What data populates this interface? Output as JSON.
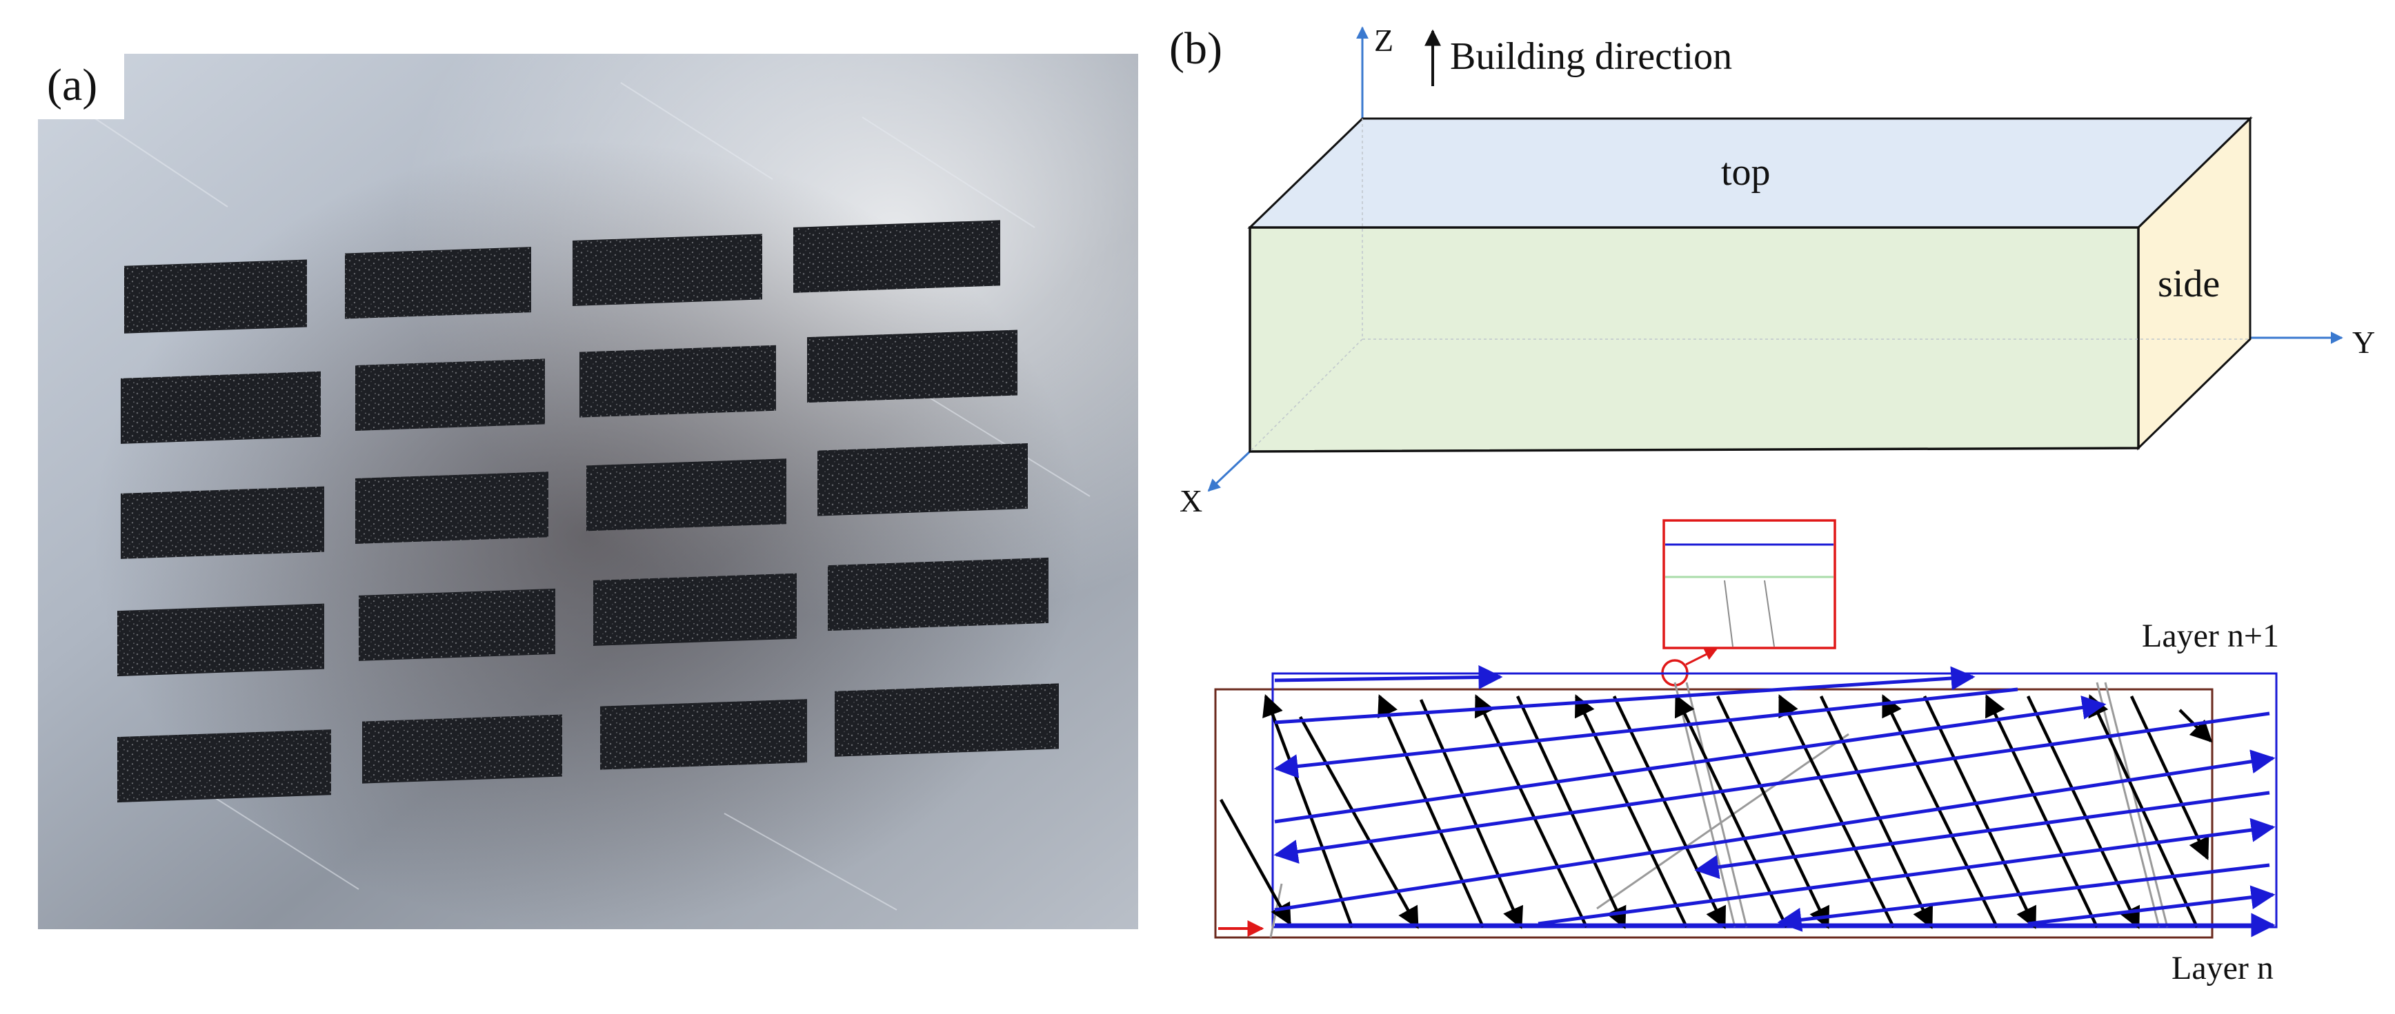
{
  "panel_a": {
    "label": "(a)"
  },
  "panel_b": {
    "label": "(b)",
    "axes": {
      "z": "Z",
      "y": "Y",
      "x": "X"
    },
    "building_direction": "Building direction",
    "faces": {
      "top": "top",
      "side": "side"
    },
    "layers": {
      "upper": "Layer n+1",
      "lower": "Layer n"
    }
  },
  "colors": {
    "top_face": "#dfe9f6",
    "front_face": "#e4f0da",
    "side_face": "#fdf3d6",
    "axis_blue": "#3a79cf",
    "scan_blue": "#1a1ad6",
    "scan_black": "#000000",
    "inset_red": "#e01818",
    "outline_brown": "#6b2a1e"
  }
}
